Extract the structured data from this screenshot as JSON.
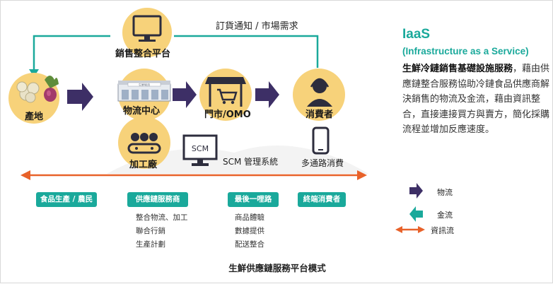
{
  "flow_top_label": "訂貨通知 / 市場需求",
  "nodes": {
    "sales_platform": "銷售整合平台",
    "origin": "產地",
    "logistics_center": "物流中心",
    "store_omo": "門市/OMO",
    "consumer": "消費者",
    "processing_plant": "加工廠",
    "scm_system": "SCM 管理系統",
    "multichannel": "多通路消費"
  },
  "scm_screen_text": "SCM",
  "building_sign": "生鮮物流",
  "stages": [
    {
      "tag": "食品生產 / 農民",
      "items": []
    },
    {
      "tag": "供應鏈服務商",
      "items": [
        "整合物流、加工",
        "聯合行銷",
        "生產計劃"
      ]
    },
    {
      "tag": "最後一哩路",
      "items": [
        "商品體驗",
        "數據提供",
        "配送整合"
      ]
    },
    {
      "tag": "終端消費者",
      "items": []
    }
  ],
  "legend": [
    {
      "label": "物流",
      "color": "#3d2f66"
    },
    {
      "label": "金流",
      "color": "#1aa99b"
    },
    {
      "label": "資訊流",
      "color": "#e8622a"
    }
  ],
  "iaas": {
    "title": "IaaS",
    "subtitle": "(Infrastructure as a Service)",
    "lead": "生鮮冷鏈銷售基礎設施服務",
    "body": "，藉由供應鏈整合服務協助冷鏈食品供應商解決銷售的物流及金流，藉由資訊整合，直接連接買方與賣方，簡化採購流程並增加反應速度。"
  },
  "caption": "生鮮供應鏈服務平台模式",
  "colors": {
    "circle": "#f7d27a",
    "logistics": "#3d2f66",
    "cashflow": "#1aa99b",
    "infoflow": "#e8622a",
    "icon": "#2d2d3d"
  }
}
